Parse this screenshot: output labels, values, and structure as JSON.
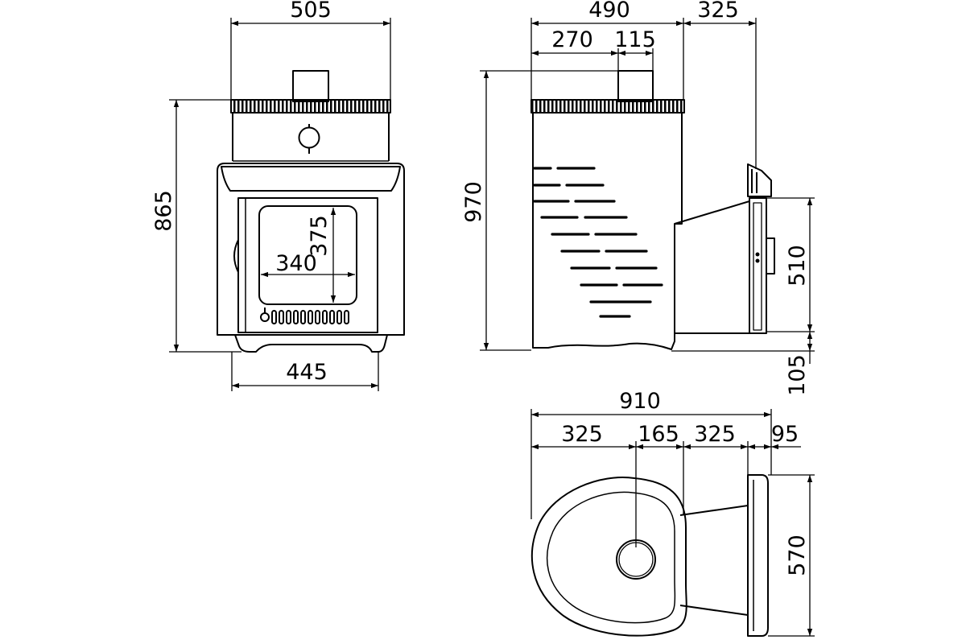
{
  "colors": {
    "line": "#000000",
    "background": "#ffffff"
  },
  "dimensions": {
    "front": {
      "overall_width": "505",
      "overall_height": "865",
      "glass_height": "375",
      "glass_width": "340",
      "base_width": "445"
    },
    "side": {
      "body_depth": "490",
      "tank_depth": "325",
      "flue_offset": "270",
      "flue_diameter": "115",
      "overall_height": "970",
      "tank_height": "510",
      "tank_base_height": "105"
    },
    "top": {
      "overall_length": "910",
      "body_part": "325",
      "flue_part": "165",
      "tank_part": "325",
      "lip_part": "95",
      "tank_width": "570"
    }
  }
}
